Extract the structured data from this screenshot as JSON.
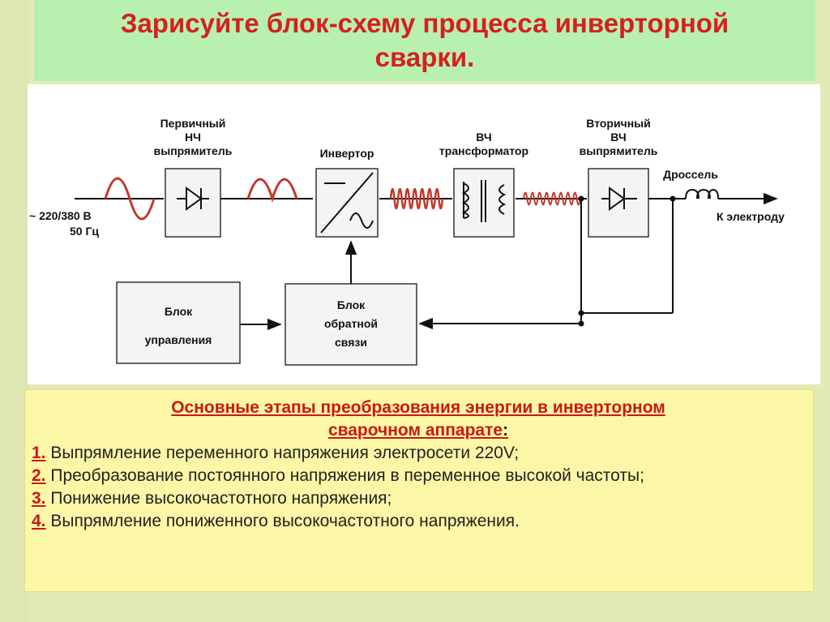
{
  "title": {
    "line1": "Зарисуйте блок-схему процесса инверторной",
    "line2": "сварки."
  },
  "diagram": {
    "input_label_1": "~ 220/380 В",
    "input_label_2": "50 Гц",
    "primary_rectifier": [
      "Первичный",
      "НЧ",
      "выпрямитель"
    ],
    "inverter": "Инвертор",
    "transformer": [
      "ВЧ",
      "трансформатор"
    ],
    "secondary_rectifier": [
      "Вторичный",
      "ВЧ",
      "выпрямитель"
    ],
    "choke": "Дроссель",
    "output_label": "К электроду",
    "control_block": [
      "Блок",
      "управления"
    ],
    "feedback_block": [
      "Блок",
      "обратной",
      "связи"
    ],
    "colors": {
      "waveform": "#c0392b",
      "line": "#111111",
      "box_fill": "#f4f4f4"
    }
  },
  "stages": {
    "heading_line1": "Основные этапы преобразования энергии в инверторном",
    "heading_line2": "сварочном аппарате",
    "heading_colon": ":",
    "items": [
      {
        "num": "1.",
        "text": "Выпрямление переменного напряжения электросети 220V;"
      },
      {
        "num": "2.",
        "text": "Преобразование постоянного напряжения в переменное высокой частоты;"
      },
      {
        "num": "3.",
        "text": "Понижение высокочастотного напряжения;"
      },
      {
        "num": "4.",
        "text": "Выпрямление пониженного высокочастотного напряжения."
      }
    ]
  }
}
